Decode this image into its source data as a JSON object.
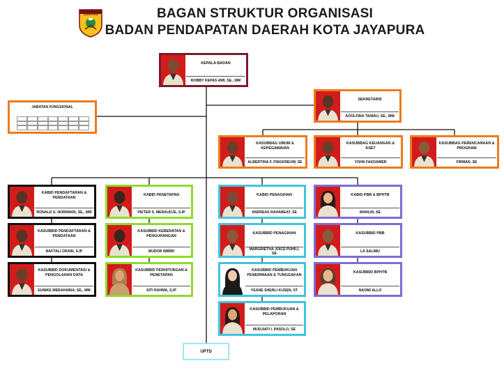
{
  "header": {
    "logo_text": "KOTA JAYAPURA",
    "title_line1": "BAGAN STRUKTUR ORGANISASI",
    "title_line2": "BADAN PENDAPATAN DAERAH KOTA JAYAPURA"
  },
  "colors": {
    "maroon": "#7b1a2b",
    "orange": "#ef7a1c",
    "black": "#111111",
    "green": "#8edb2a",
    "cyan": "#3fc4df",
    "purple": "#7e6bd4",
    "teal": "#9fe6ef"
  },
  "nodes": {
    "kepala": {
      "position": "KEPALA BADAN",
      "name": "ROBBY KEPAS AWI, SE., MM"
    },
    "jabatan": {
      "title": "JABATAN FUNGSIONAL"
    },
    "sekretaris": {
      "position": "SEKRETARIS",
      "name": "AOOLFINA TANIAU, SE., MM"
    },
    "ksb_umum": {
      "position": "KASUBBAG UMUM & KEPEGAWAIAN",
      "name": "ALBERTINA F. FINGKREUW, SE"
    },
    "ksb_keu": {
      "position": "KASUBBAG KEUANGAN & ASET",
      "name": "YOHN FAKDAWER"
    },
    "ksb_ren": {
      "position": "KASUBBAG PERENCANAAN & PROGRAM",
      "name": "FIRMAN, SE"
    },
    "kabid_pendaftaran": {
      "position": "KABID PENDAFTARAN & PENDATAAN",
      "name": "RONALD S. NORIWARI, SE., MM"
    },
    "kasubbid_pendaftaran": {
      "position": "KASUBBID PENDAFTARAN & PENDATAAN",
      "name": "NAFTALI ORAIN, S.IP"
    },
    "kasubbid_dokumentasi": {
      "position": "KASUBBID DOKUMENTASI & PENGOLAHAN DATA",
      "name": "EUNIKE MERAHABIA, SE., MM"
    },
    "kabid_penetapan": {
      "position": "KABID PENETAPAN",
      "name": "PIETER S. MERAUDJE, S.IP"
    },
    "kasubbid_keberatan": {
      "position": "KASUBBID KEBERATAN & PENGURANGAN",
      "name": "MUDOR IMBIRI"
    },
    "kasubbid_perhitungan": {
      "position": "KASUBBID PERHITUNGAN & PENETAPAN",
      "name": "SITI RAHMA, S.IP"
    },
    "kabid_penagihan": {
      "position": "KABID PENAGIHAN",
      "name": "ANDREAS RAHABEAT, SE"
    },
    "kasubbid_penagihan": {
      "position": "KASUBBID PENAGIHAN",
      "name": "MARGRIETHA JOICE PUHILI, SE"
    },
    "kasubbid_pembukuan_tunggakan": {
      "position": "KASUBBID PEMBUKUAN PENERIMAAN & TUNGGAKAN",
      "name": "YEANE SHERLI KUSEN, ST"
    },
    "kasubbid_pelaporan": {
      "position": "KASUBBID PEMBUKUAN & PELAPORAN",
      "name": "MUDJIATI I. PASOLO, SE"
    },
    "kabid_pbb": {
      "position": "KABID PBB & BPHTB",
      "name": "MARLIN, SE"
    },
    "kasubbid_pbb": {
      "position": "KASUBBID PBB",
      "name": "LA SALIMU"
    },
    "kasubbid_bphtb": {
      "position": "KASUBBID BPHTB",
      "name": "NAOMI ALLO"
    },
    "uptd": {
      "label": "UPTD"
    }
  }
}
